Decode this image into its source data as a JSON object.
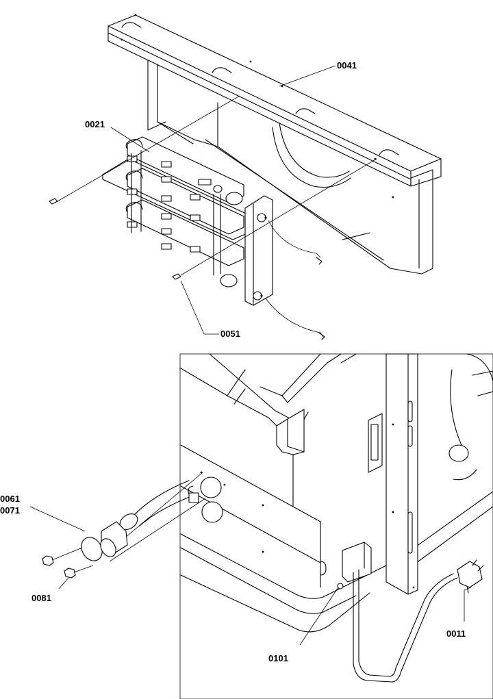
{
  "callouts": {
    "c0041": "0041",
    "c0021": "0021",
    "c0051": "0051",
    "c0061": "0061",
    "c0071": "0071",
    "c0081": "0081",
    "c0101": "0101",
    "c0011": "0011"
  }
}
